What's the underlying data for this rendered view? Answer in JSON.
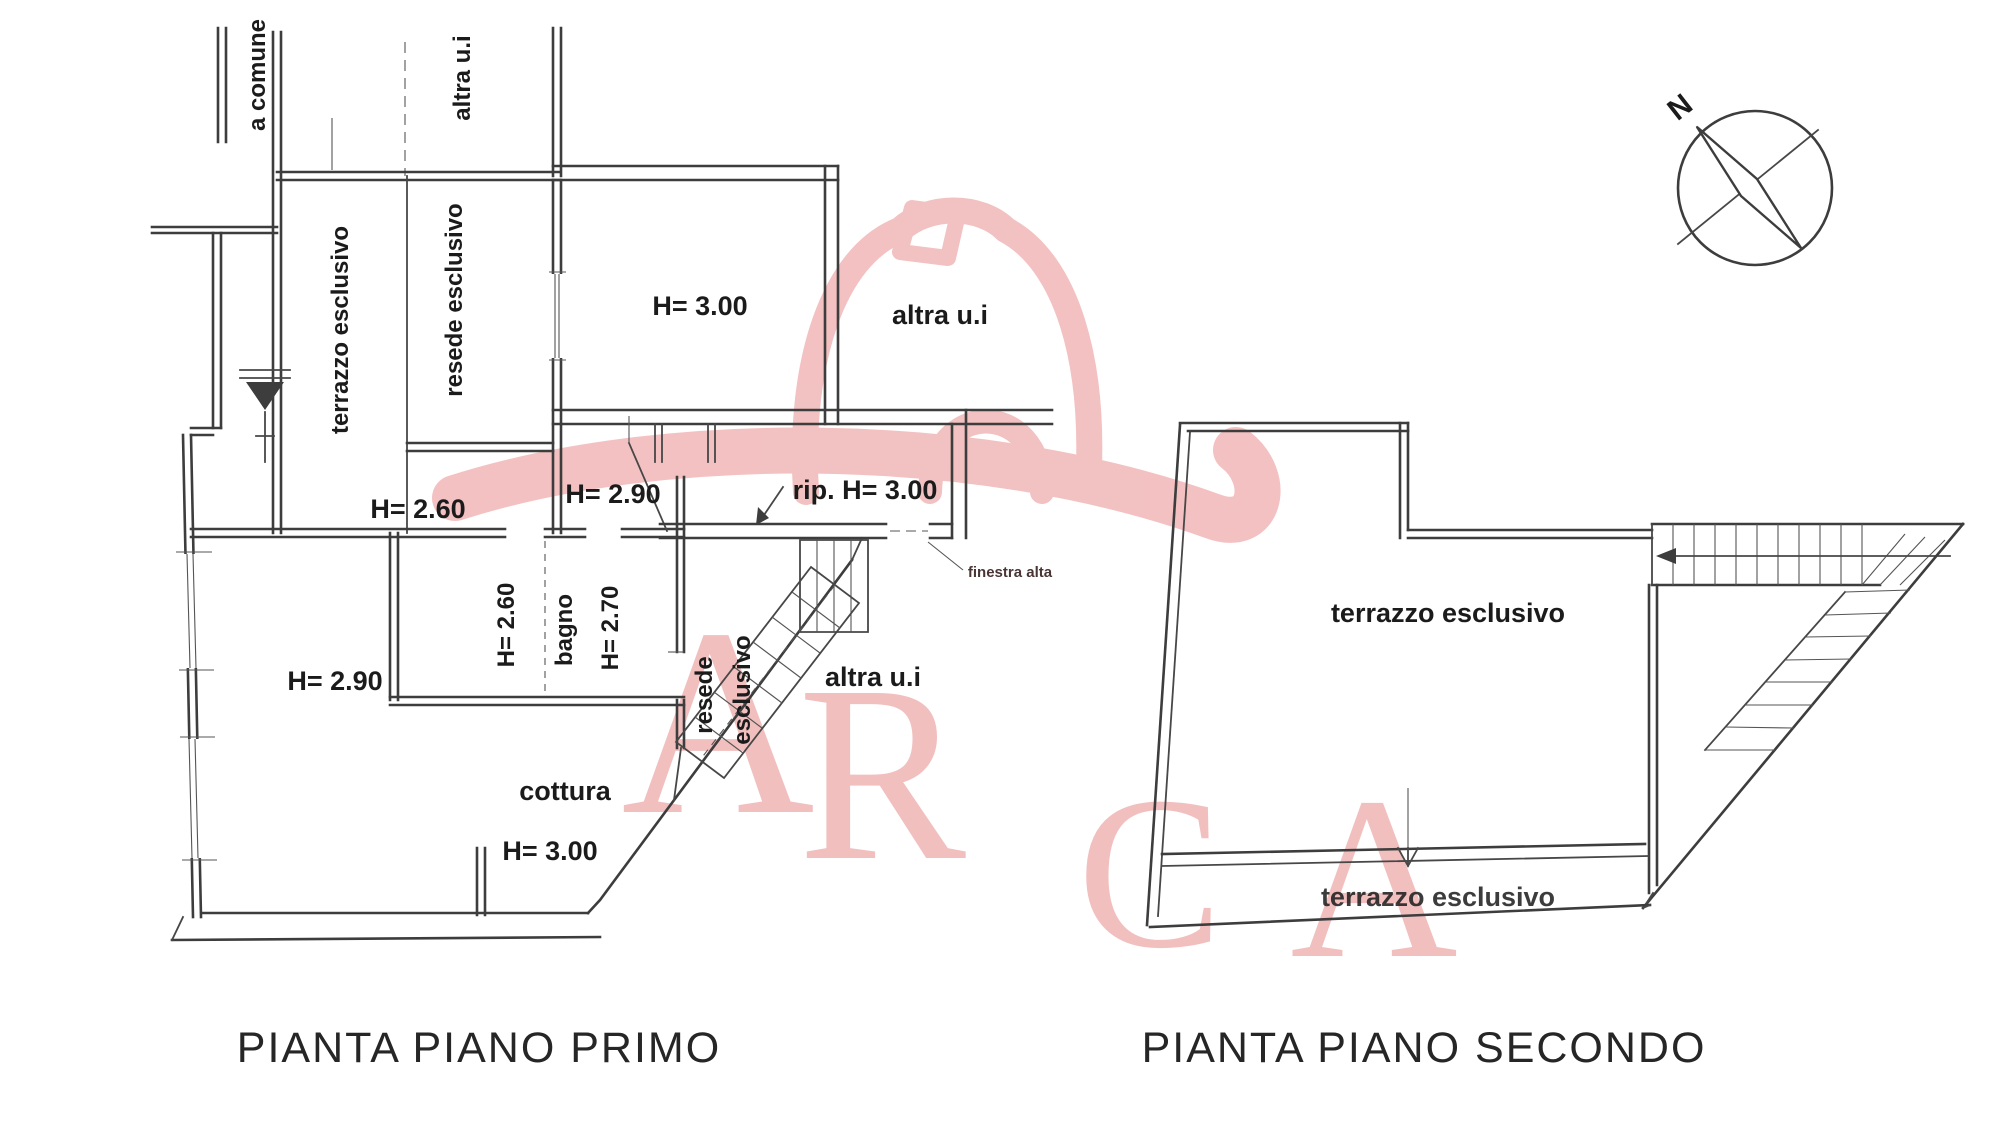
{
  "plan1": {
    "title": "PIANTA PIANO PRIMO",
    "labels": {
      "a_comune": "a comune",
      "altra_ui_top": "altra u.i",
      "terrazzo_esclusivo": "terrazzo esclusivo",
      "resede_esclusivo": "resede esclusivo",
      "room_h300": "H= 3.00",
      "altra_ui_right": "altra u.i",
      "h260_upper": "H= 2.60",
      "h290_upper": "H= 2.90",
      "rip_h300": "rip. H= 3.00",
      "finestra_alta": "finestra alta",
      "h260_vertical": "H= 2.60",
      "bagno": "bagno",
      "h270_vertical": "H= 2.70",
      "resede_line1": "resede",
      "resede_line2": "esclusivo",
      "h290_room": "H= 2.90",
      "altra_ui_lower": "altra u.i",
      "cottura": "cottura",
      "h300_cottura": "H= 3.00"
    }
  },
  "plan2": {
    "title": "PIANTA PIANO SECONDO",
    "labels": {
      "terrazzo_center": "terrazzo esclusivo",
      "terrazzo_bottom": "terrazzo esclusivo"
    }
  },
  "compass": {
    "north": "N"
  },
  "watermark": {
    "letters": [
      "A",
      "R",
      "C",
      "A"
    ],
    "color": "#f0b2b2"
  }
}
